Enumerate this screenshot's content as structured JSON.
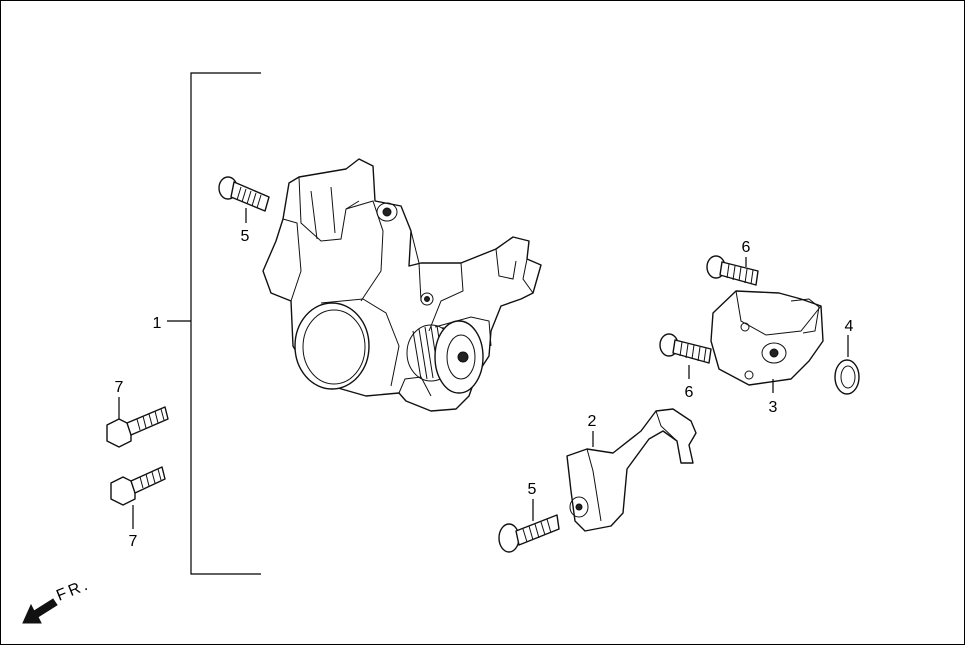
{
  "labels": {
    "p1": "1",
    "p2": "2",
    "p3": "3",
    "p4": "4",
    "p5a": "5",
    "p5b": "5",
    "p6a": "6",
    "p6b": "6",
    "p7a": "7",
    "p7b": "7"
  },
  "direction": {
    "text": "FR.",
    "icon": "front-arrow-icon"
  },
  "colors": {
    "line": "#111111",
    "background": "#ffffff"
  }
}
